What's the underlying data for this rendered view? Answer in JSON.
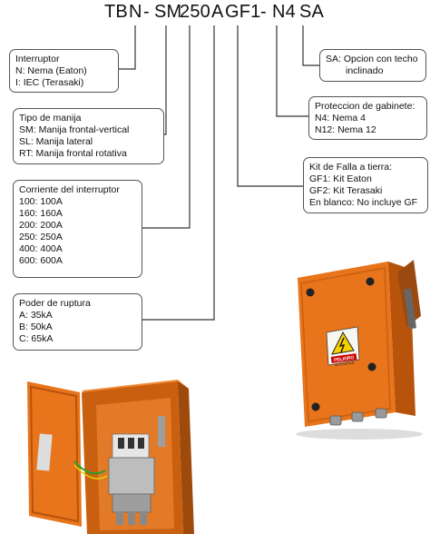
{
  "code": {
    "segments": [
      "TB",
      "N",
      "-",
      "SM",
      "250",
      "A",
      "GF1",
      "-",
      "N4",
      "SA"
    ]
  },
  "boxes": {
    "interruptor": {
      "title": "Interruptor",
      "lines": [
        "N: Nema (Eaton)",
        "I: IEC (Terasaki)"
      ]
    },
    "manija": {
      "title": "Tipo de manija",
      "lines": [
        "SM: Manija frontal-vertical",
        "SL: Manija lateral",
        "RT: Manija frontal rotativa"
      ]
    },
    "corriente": {
      "title": "Corriente del interruptor",
      "lines": [
        "100: 100A",
        "160: 160A",
        "200: 200A",
        "250: 250A",
        "400: 400A",
        "600: 600A"
      ]
    },
    "ruptura": {
      "title": "Poder de ruptura",
      "lines": [
        "A: 35kA",
        "B: 50kA",
        "C: 65kA"
      ]
    },
    "techo": {
      "lines": [
        "SA: Opcion con techo",
        "inclinado"
      ]
    },
    "gabinete": {
      "title": "Proteccion de gabinete:",
      "lines": [
        "N4: Nema 4",
        "N12: Nema 12"
      ]
    },
    "falla": {
      "title": "Kit de Falla a tierra:",
      "lines": [
        "GF1: Kit Eaton",
        "GF2: Kit Terasaki",
        "En blanco: No incluye GF"
      ]
    }
  },
  "photos": {
    "closed_label": "PELIGRO",
    "closed_sublabel": "ALTO VOLTAJE"
  },
  "colors": {
    "cabinet": "#e8741c",
    "cabinet_dark": "#b8530c",
    "line": "#333333"
  }
}
